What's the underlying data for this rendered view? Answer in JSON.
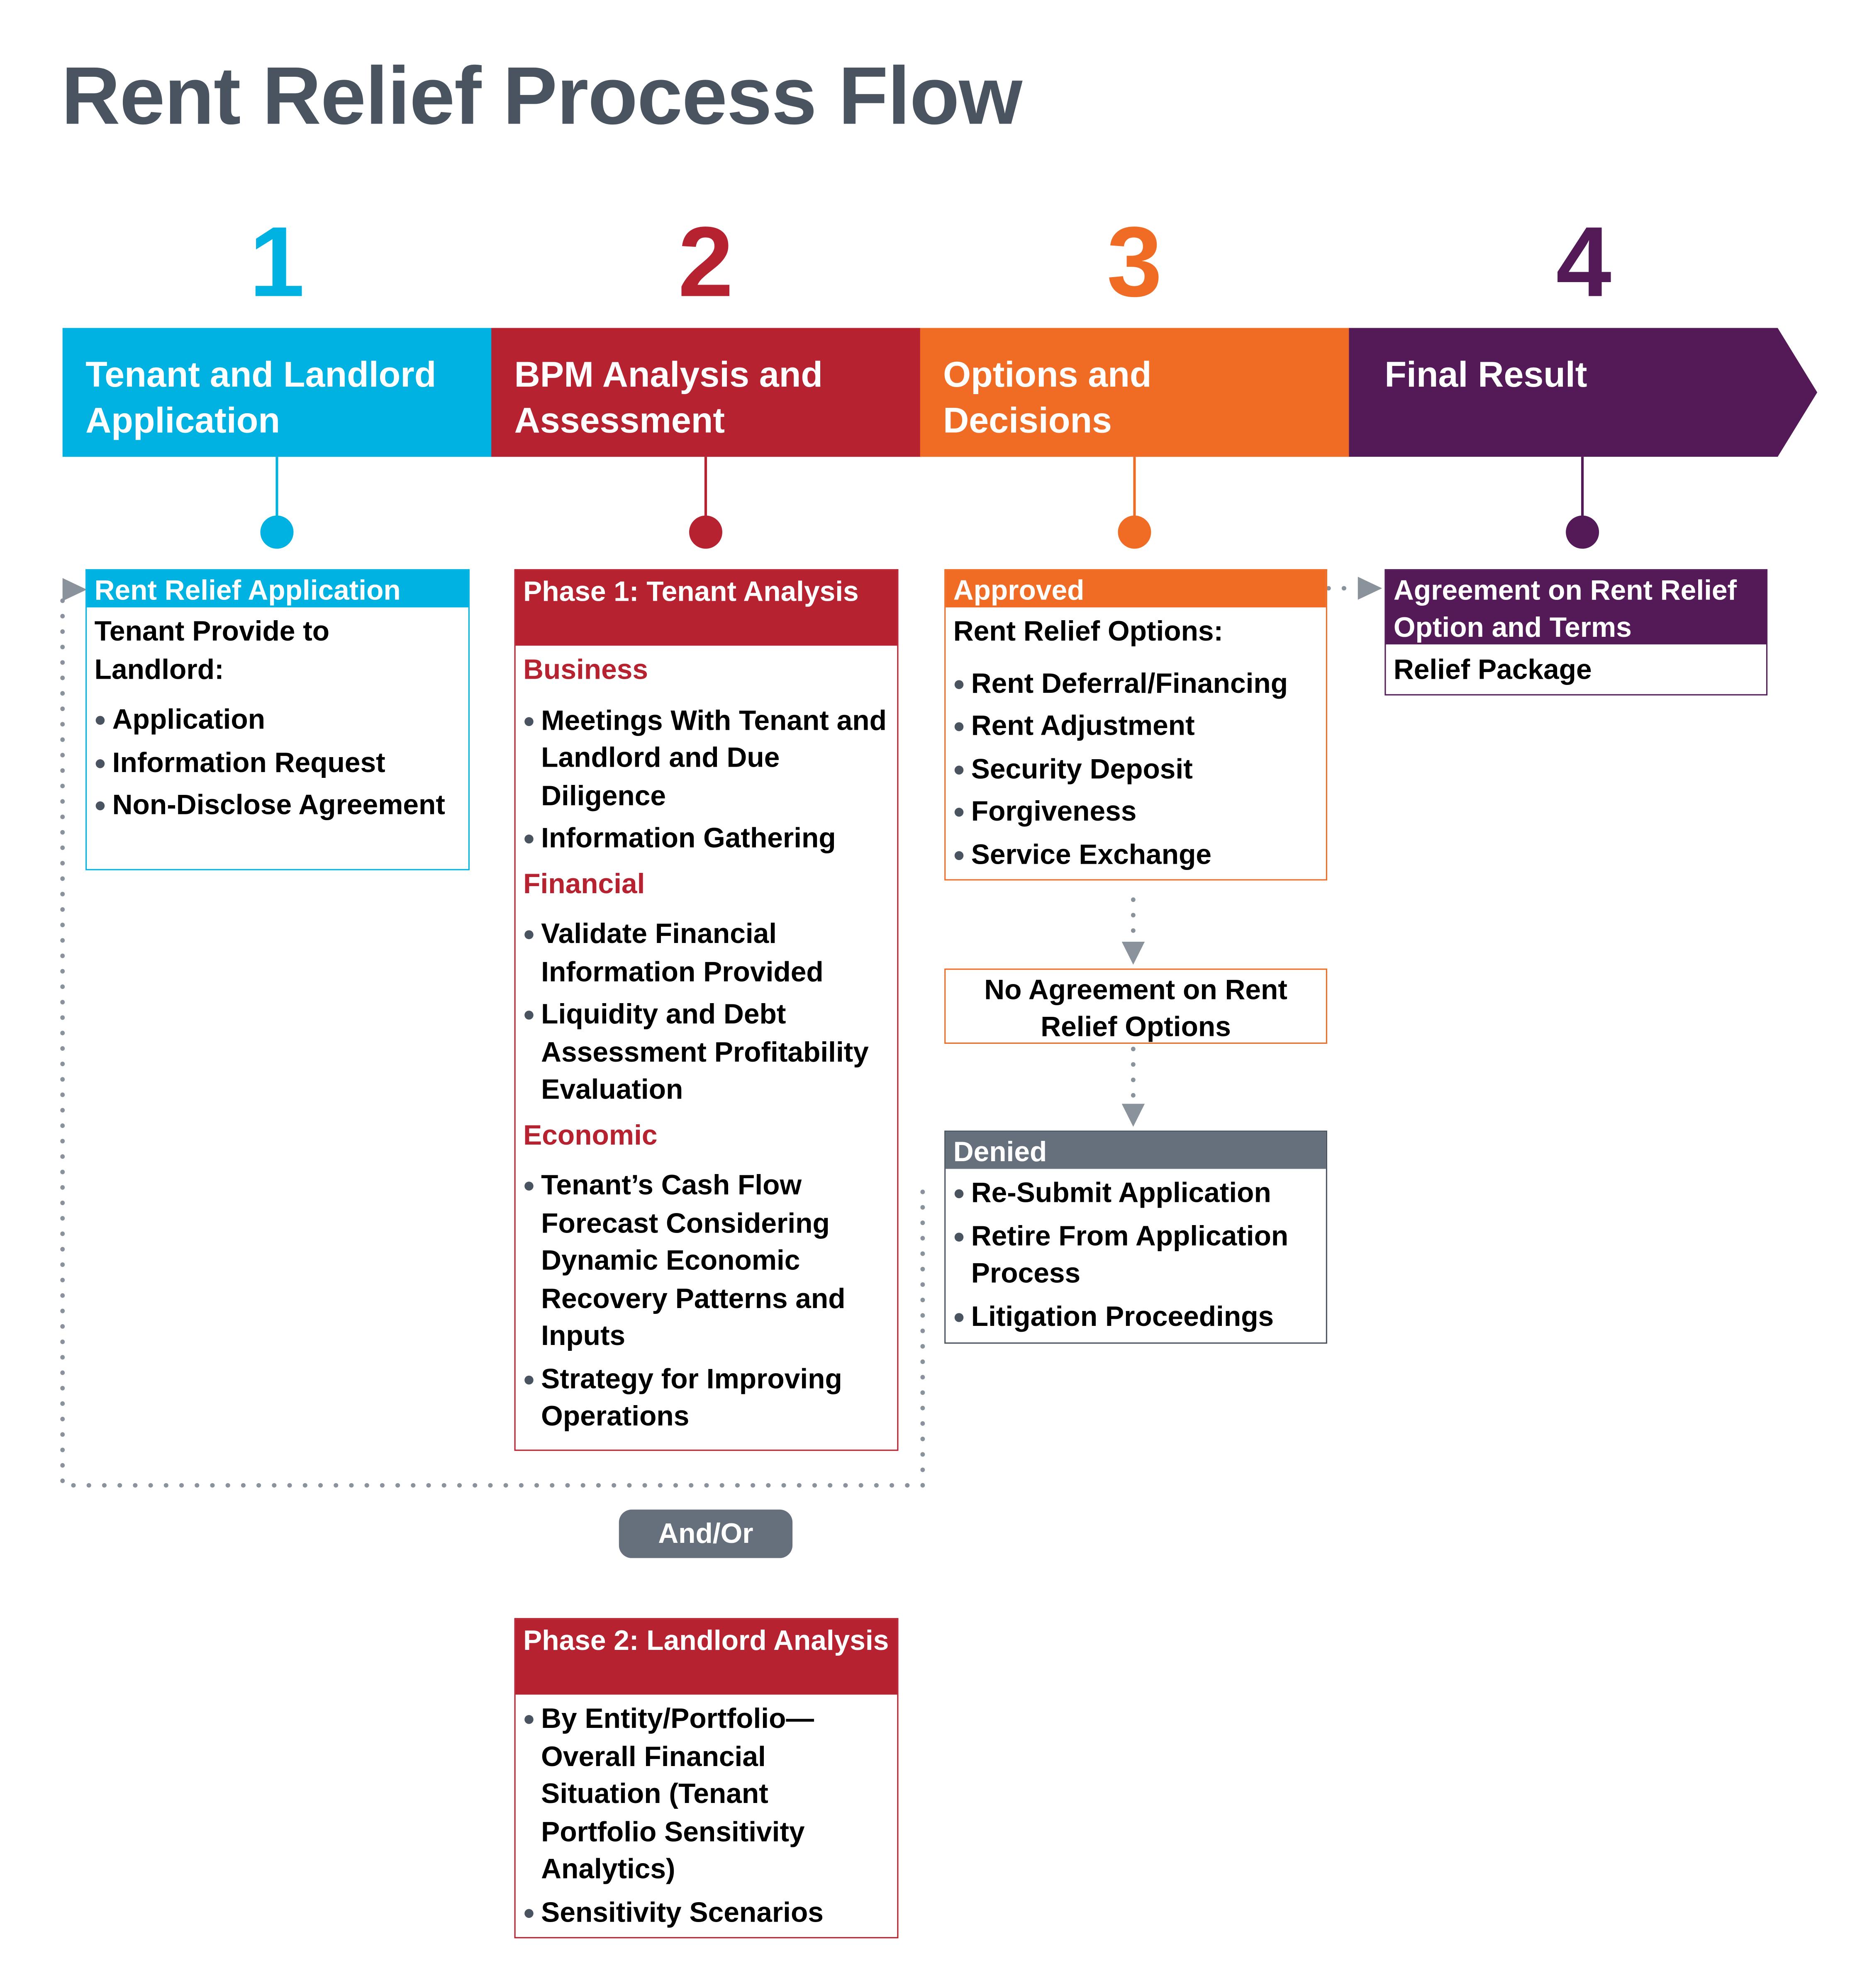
{
  "title": "Rent Relief Process Flow",
  "colors": {
    "step1": "#00b2e2",
    "step2": "#b72231",
    "step3": "#f06c24",
    "step4": "#531a57",
    "neutral": "#65707c",
    "title": "#4a5460"
  },
  "steps": [
    {
      "number": "1",
      "label": "Tenant and Landlord Application"
    },
    {
      "number": "2",
      "label": "BPM Analysis and Assessment"
    },
    {
      "number": "3",
      "label": "Options and Decisions"
    },
    {
      "number": "4",
      "label": "Final Result"
    }
  ],
  "application_box": {
    "title": "Rent Relief Application",
    "intro": "Tenant Provide to Landlord:",
    "items": [
      "Application",
      "Information Request",
      "Non-Disclose Agreement"
    ]
  },
  "phase1_box": {
    "title": "Phase 1: Tenant Analysis",
    "sections": [
      {
        "heading": "Business",
        "items": [
          "Meetings With Tenant and Landlord and Due Diligence",
          "Information Gathering"
        ]
      },
      {
        "heading": "Financial",
        "items": [
          "Validate Financial Information Provided",
          "Liquidity and Debt Assessment Profitability Evaluation"
        ]
      },
      {
        "heading": "Economic",
        "items": [
          "Tenant’s Cash Flow Forecast Considering Dynamic Economic Recovery Patterns and Inputs",
          "Strategy for Improving Operations"
        ]
      }
    ]
  },
  "andor_label": "And/Or",
  "phase2_box": {
    "title": "Phase 2: Landlord Analysis",
    "items": [
      "By Entity/Portfolio—Overall Financial Situation (Tenant Portfolio Sensitivity Analytics)",
      "Sensitivity Scenarios"
    ]
  },
  "approved_box": {
    "title": "Approved",
    "intro": "Rent Relief Options:",
    "items": [
      "Rent Deferral/Financing",
      "Rent Adjustment",
      "Security Deposit",
      "Forgiveness",
      "Service Exchange"
    ]
  },
  "no_agreement_box": {
    "text": "No Agreement on Rent Relief Options"
  },
  "denied_box": {
    "title": "Denied",
    "items": [
      "Re-Submit Application",
      "Retire From Application Process",
      "Litigation Proceedings"
    ]
  },
  "agreement_box": {
    "title": "Agreement on Rent Relief Option and Terms",
    "body": "Relief Package"
  }
}
